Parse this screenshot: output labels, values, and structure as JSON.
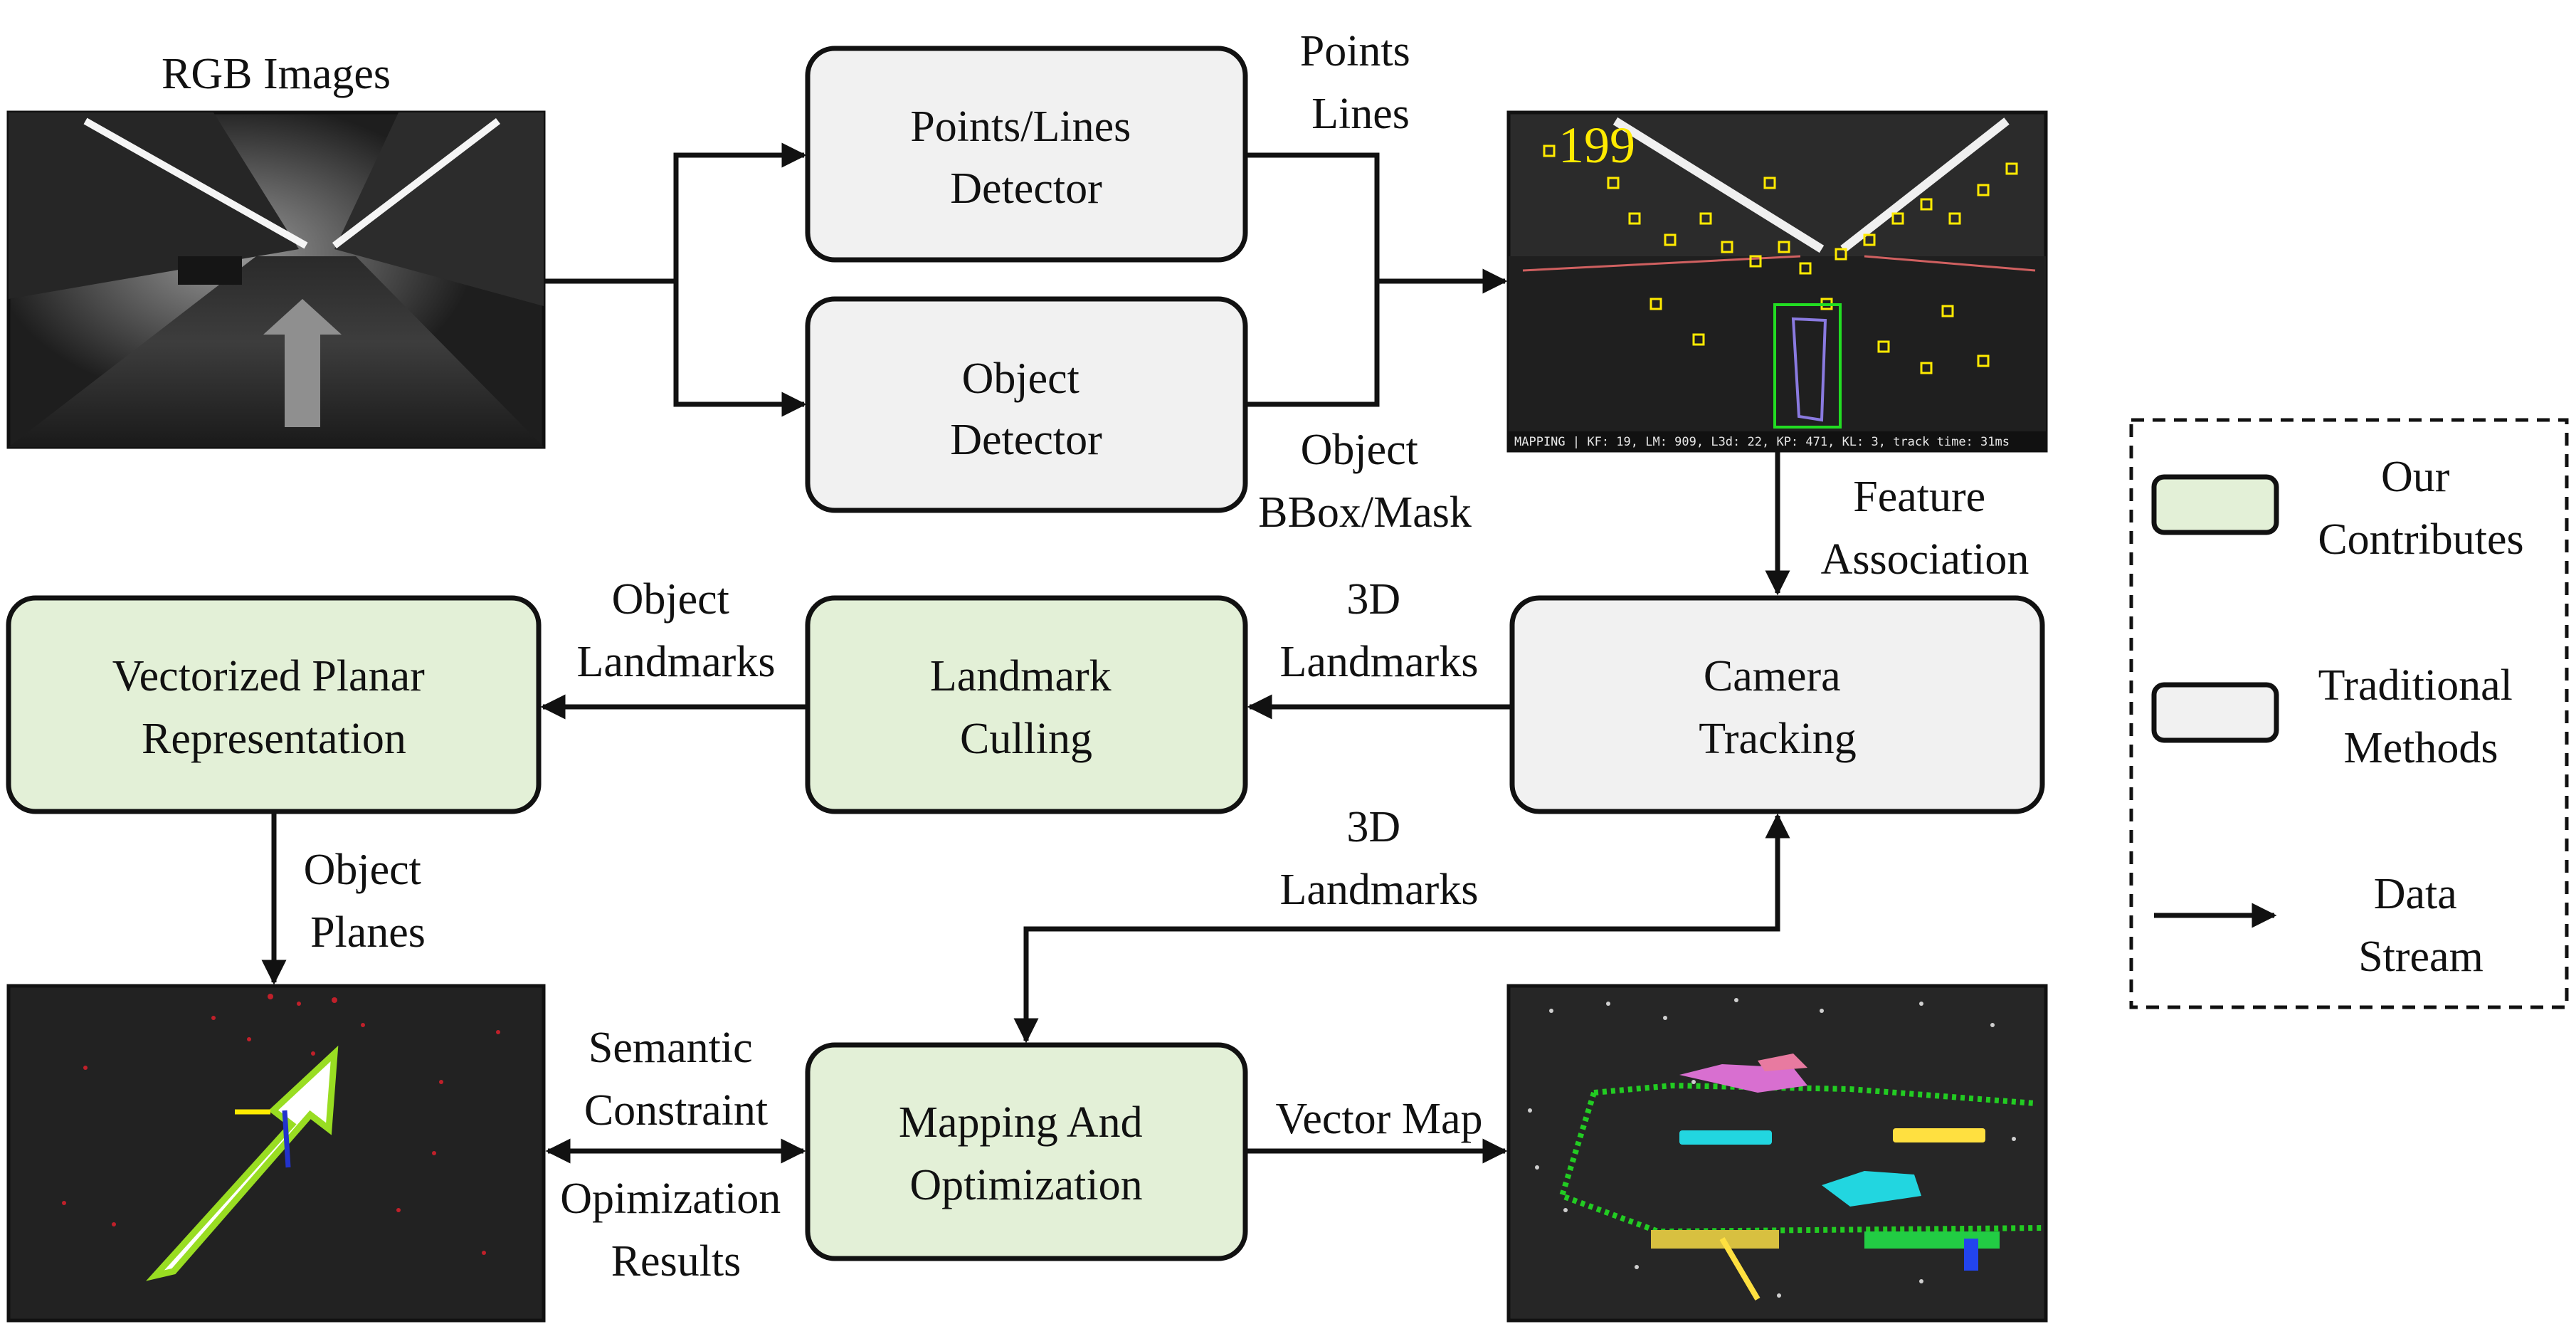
{
  "inputs": {
    "rgb_images": "RGB Images"
  },
  "boxes": {
    "points_lines_detector": [
      "Points/Lines",
      "Detector"
    ],
    "object_detector": [
      "Object",
      "Detector"
    ],
    "camera_tracking": [
      "Camera",
      "Tracking"
    ],
    "landmark_culling": [
      "Landmark",
      "Culling"
    ],
    "vectorized_planar": [
      "Vectorized Planar",
      "Representation"
    ],
    "mapping_optimization": [
      "Mapping And",
      "Optimization"
    ]
  },
  "edge_labels": {
    "points_lines": [
      "Points",
      "Lines"
    ],
    "object_bbox_mask": [
      "Object",
      "BBox/Mask"
    ],
    "feature_association": [
      "Feature",
      "Association"
    ],
    "landmarks_3d_top": [
      "3D",
      "Landmarks"
    ],
    "object_landmarks": [
      "Object",
      "Landmarks"
    ],
    "object_planes": [
      "Object",
      "Planes"
    ],
    "landmarks_3d_bottom": [
      "3D",
      "Landmarks"
    ],
    "semantic_constraint": [
      "Semantic",
      "Constraint"
    ],
    "optimization_results": [
      "Opimization",
      "Results"
    ],
    "vector_map": "Vector Map"
  },
  "detection_overlay": {
    "frame_counter": "199",
    "status_bar": "MAPPING | KF: 19, LM: 909, L3d: 22, KP: 471, KL: 3, track time: 31ms"
  },
  "legend": {
    "ours": [
      "Our",
      "Contributes"
    ],
    "traditional": [
      "Traditional",
      "Methods"
    ],
    "data_stream": [
      "Data",
      "Stream"
    ]
  },
  "colors": {
    "ours_fill": "#e3f0d7",
    "traditional_fill": "#f1f1f1",
    "feature_yellow": "#ffea00",
    "bbox_green": "#22dd22"
  }
}
